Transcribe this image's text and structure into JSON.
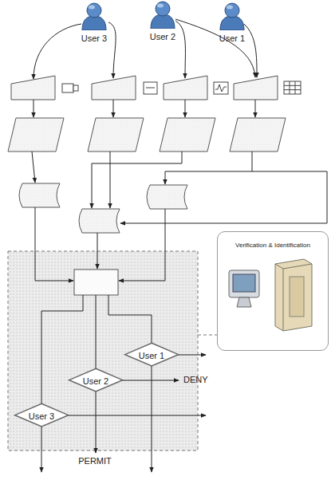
{
  "diagram": {
    "nodes": [
      {
        "text": [
          "User 3"
        ]
      },
      {
        "text": [
          "User 2"
        ]
      },
      {
        "text": [
          "User 1"
        ]
      },
      {
        "text": [
          "Verification & Identification"
        ]
      },
      {
        "text": [
          "User 1"
        ]
      },
      {
        "text": [
          "User 2"
        ]
      },
      {
        "text": [
          "User 3"
        ]
      }
    ],
    "labels": [
      "DENY",
      "PERMIT"
    ]
  }
}
